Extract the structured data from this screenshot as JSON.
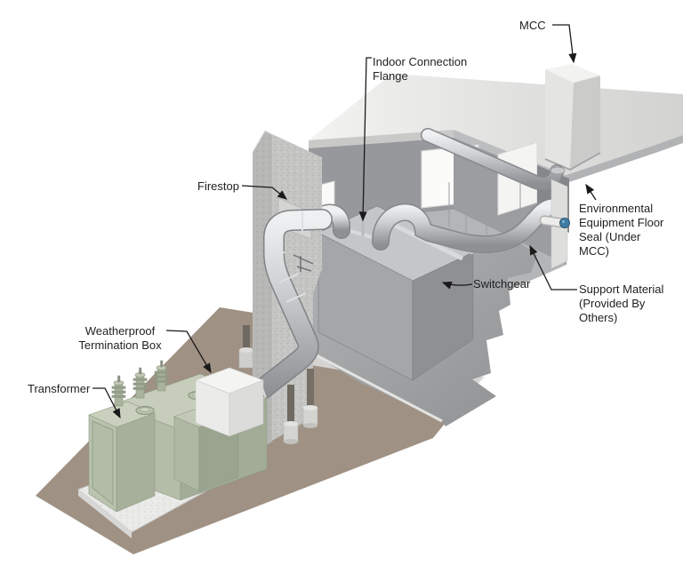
{
  "figure": {
    "type": "isometric cutaway technical illustration",
    "subject": "Outdoor transformer connected by bus duct through a wall to indoor switchgear and MCC"
  },
  "annotations": {
    "mcc": {
      "text": "MCC"
    },
    "indoor_connection_flange": {
      "text": "Indoor Connection\nFlange"
    },
    "firestop": {
      "text": "Firestop"
    },
    "environmental_floor_seal": {
      "text": "Environmental\nEquipment Floor\nSeal (Under\nMCC)"
    },
    "switchgear": {
      "text": "Switchgear"
    },
    "support_material": {
      "text": "Support Material\n(Provided By\nOthers)"
    },
    "weatherproof_termination_box": {
      "text": "Weatherproof\nTermination Box"
    },
    "transformer": {
      "text": "Transformer"
    }
  },
  "colors": {
    "transformer_green": "#b3bda8",
    "ground_brown": "#9f9184",
    "concrete_gray": "#c5c6c4",
    "duct_metal": "#c7c9cb",
    "seal_blue": "#3f7ca3",
    "label_text": "#1f1f1f"
  }
}
